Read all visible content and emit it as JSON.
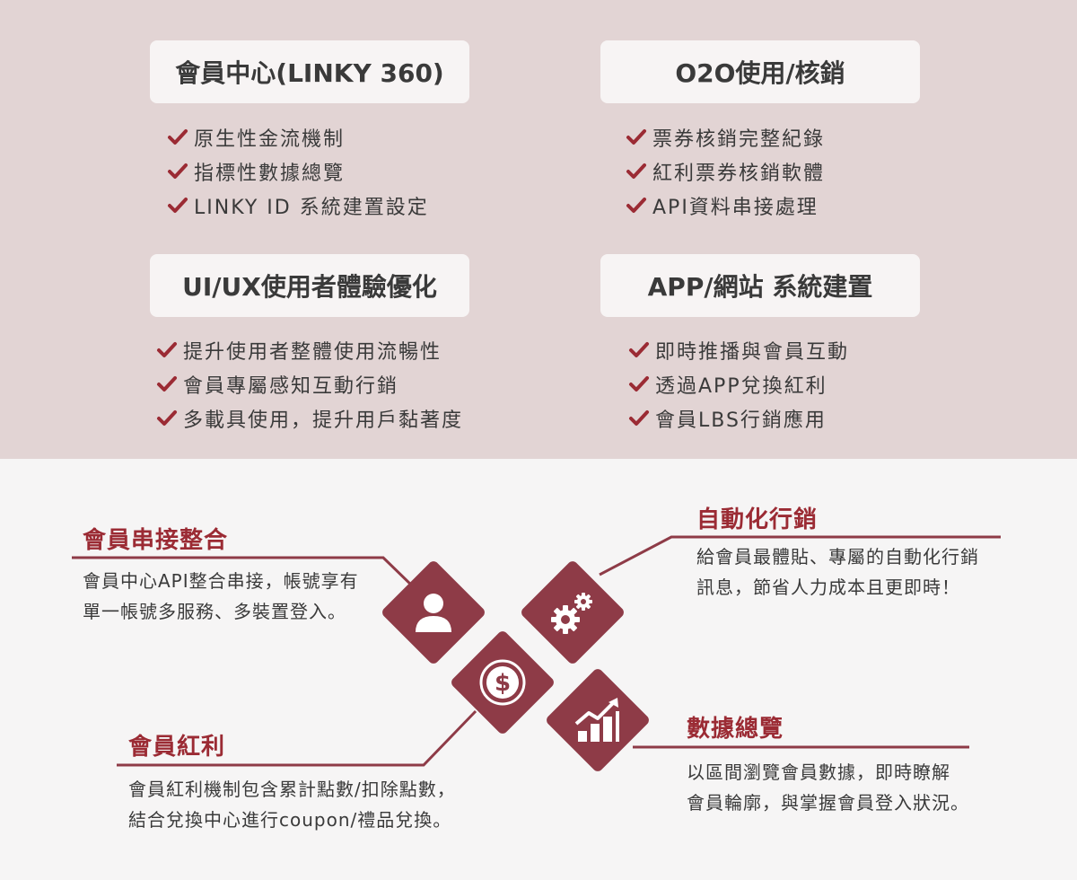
{
  "colors": {
    "top_bg": "#e2d4d4",
    "bottom_bg": "#f6f5f5",
    "accent": "#9b2b34",
    "diamond": "#8e3b47",
    "text": "#3a3a3a",
    "card_bg": "#f7f4f4"
  },
  "features": [
    {
      "title": "會員中心(LINKY 360)",
      "items": [
        "原生性金流機制",
        "指標性數據總覽",
        "LINKY ID 系統建置設定"
      ]
    },
    {
      "title": "O2O使用/核銷",
      "items": [
        "票券核銷完整紀錄",
        "紅利票券核銷軟體",
        "API資料串接處理"
      ]
    },
    {
      "title": "UI/UX使用者體驗優化",
      "items": [
        "提升使用者整體使用流暢性",
        "會員專屬感知互動行銷",
        "多載具使用，提升用戶黏著度"
      ]
    },
    {
      "title": "APP/網站 系統建置",
      "items": [
        "即時推播與會員互動",
        "透過APP兌換紅利",
        "會員LBS行銷應用"
      ]
    }
  ],
  "services": {
    "integration": {
      "title": "會員串接整合",
      "lines": [
        "會員中心API整合串接，帳號享有",
        "單一帳號多服務、多裝置登入。"
      ],
      "icon": "user-icon"
    },
    "automation": {
      "title": "自動化行銷",
      "lines": [
        "給會員最體貼、專屬的自動化行銷",
        "訊息，節省人力成本且更即時！"
      ],
      "icon": "gears-icon"
    },
    "rewards": {
      "title": "會員紅利",
      "lines": [
        "會員紅利機制包含累計點數/扣除點數，",
        "結合兌換中心進行coupon/禮品兌換。"
      ],
      "icon": "dollar-icon"
    },
    "analytics": {
      "title": "數據總覽",
      "lines": [
        "以區間瀏覽會員數據，即時瞭解",
        "會員輪廓，與掌握會員登入狀況。"
      ],
      "icon": "growth-chart-icon"
    }
  }
}
